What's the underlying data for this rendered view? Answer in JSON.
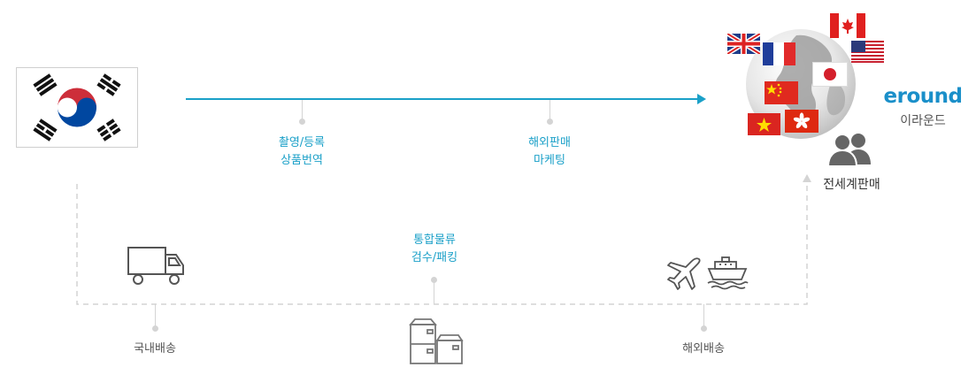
{
  "origin": {
    "flag": "south-korea-flag"
  },
  "overseas_flow": {
    "arrow_color": "#1aa0c8",
    "steps": [
      {
        "line1": "촬영/등록",
        "line2": "상품번역"
      },
      {
        "line1": "해외판매",
        "line2": "마케팅"
      }
    ]
  },
  "logistics_flow": {
    "steps": [
      {
        "label": "국내배송",
        "icon": "truck-icon"
      },
      {
        "line1": "통합물류",
        "line2": "검수/패킹",
        "icon": "boxes-icon"
      },
      {
        "label": "해외배송",
        "icon": "plane-ship-icon"
      }
    ]
  },
  "destination": {
    "brand": "eround",
    "brand_sub": "이라운드",
    "brand_color": "#1a8fc9",
    "sales_label": "전세계판매",
    "flags": [
      "canada-flag",
      "uk-flag",
      "france-flag",
      "usa-flag",
      "japan-flag",
      "china-flag",
      "vietnam-flag",
      "hongkong-flag"
    ]
  }
}
